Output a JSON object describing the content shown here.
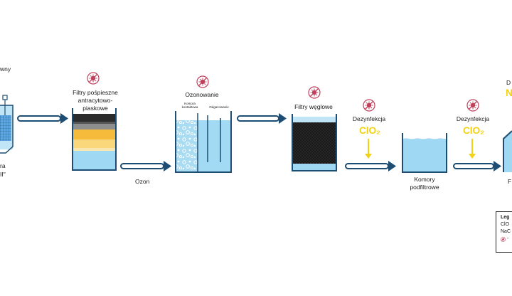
{
  "labels": {
    "first_top": "wny",
    "first_bottom_a": "ra",
    "first_bottom_b": "II\"",
    "filters_rapid": [
      "Filtry pośpieszne",
      "antracytowo-",
      "piaskowe"
    ],
    "ozone_label": "Ozon",
    "ozonation": "Ozonowanie",
    "contact_chamber": [
      "Komora",
      "kontaktowa"
    ],
    "degassing": "Odgazowanie",
    "carbon_filters": "Filtry węglowe",
    "disinfection_1": "Dezynfekcja",
    "disinfection_2": "Dezynfekcja",
    "clo2_1": "ClO₂",
    "clo2_2": "ClO₂",
    "chambers": [
      "Komory",
      "podfiltrowe"
    ],
    "right_top_d": "D",
    "right_top_n": "N",
    "right_f": "F"
  },
  "legend": {
    "title": "Leg",
    "line1": "ClO",
    "line2": "NaC",
    "line3": "-"
  },
  "colors": {
    "arrow": "#1e4d73",
    "water": "#9fd8f2",
    "water_dark": "#7ac6ea",
    "anthracite": "#2a2a2a",
    "gravel": "#8c8c8c",
    "sand": "#f5b836",
    "sand_light": "#f9d978",
    "carbon": "#1c1c1c",
    "clo2": "#f2d215",
    "virus": "#c0405c"
  }
}
